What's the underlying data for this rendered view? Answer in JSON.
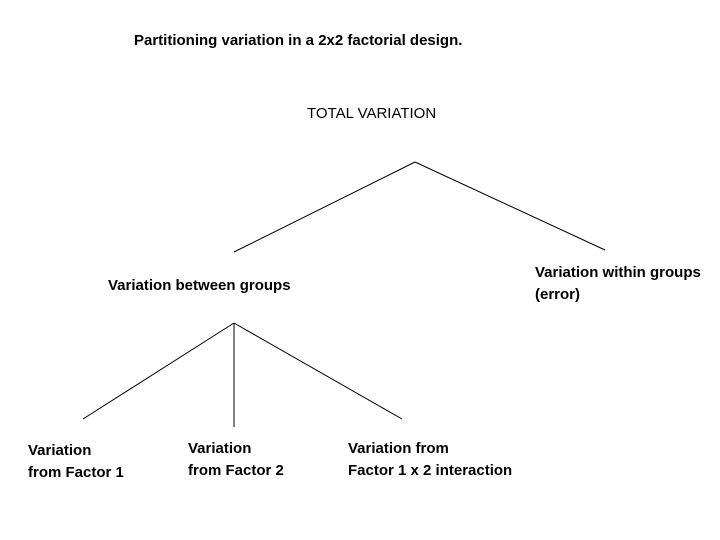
{
  "slide_title": "Partitioning variation in a 2x2 factorial design.",
  "colors": {
    "background": "#ffffff",
    "text": "#000000",
    "line": "#000000"
  },
  "tree": {
    "root_label": "TOTAL VARIATION",
    "level1": [
      {
        "name": "variation-between-groups",
        "lines": [
          "Variation between groups"
        ]
      },
      {
        "name": "variation-within-groups",
        "lines": [
          "Variation within groups",
          "(error)"
        ]
      }
    ],
    "level2": [
      {
        "name": "variation-from-factor-1",
        "lines": [
          "Variation",
          "from Factor 1"
        ]
      },
      {
        "name": "variation-from-factor-2",
        "lines": [
          "Variation",
          "from Factor 2"
        ]
      },
      {
        "name": "variation-from-interaction",
        "lines": [
          "Variation from",
          "Factor 1 x 2 interaction"
        ]
      }
    ]
  }
}
